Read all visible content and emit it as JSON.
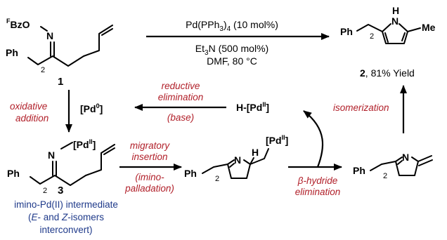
{
  "colors": {
    "step_label": "#b1202a",
    "intermediate_label": "#1f3a8a",
    "structure": "#000000"
  },
  "reagents": {
    "catalyst_prefix": "Pd(PPh",
    "catalyst_sub": "3",
    "catalyst_suffix": ")",
    "catalyst_sub2": "4",
    "catalyst_loading": " (10 mol%)",
    "base_prefix": "Et",
    "base_sub": "3",
    "base_suffix": "N (500 mol%)",
    "conditions": "DMF, 80 °C"
  },
  "compounds": {
    "c1": {
      "number": "1",
      "oxime_f_sup": "F",
      "oxime_group": "BzO",
      "n_atom": "N",
      "ph": "Ph",
      "chain_sub": "2"
    },
    "c2": {
      "number": "2",
      "yield_text": ", 81% Yield",
      "nh": "H",
      "n_atom": "N",
      "ph": "Ph",
      "chain_sub": "2",
      "me": "Me"
    },
    "c3": {
      "number": "3",
      "pd_prefix": "[Pd",
      "pd_sup": "II",
      "pd_suffix": "]",
      "n_atom": "N",
      "ph": "Ph",
      "chain_sub": "2"
    },
    "cyclized": {
      "ph": "Ph",
      "chain_sub": "2",
      "n_atom": "N",
      "h_atom": "H",
      "pd_prefix": "[Pd",
      "pd_sup": "II",
      "pd_suffix": "]"
    },
    "imine_product": {
      "ph": "Ph",
      "chain_sub": "2",
      "n_atom": "N"
    }
  },
  "species": {
    "pd0_prefix": "[Pd",
    "pd0_sup": "0",
    "pd0_suffix": "]",
    "hpd_prefix": "H-[Pd",
    "hpd_sup": "II",
    "hpd_suffix": "]"
  },
  "steps": {
    "oxidative_addition": [
      "oxidative",
      "addition"
    ],
    "reductive_elimination": [
      "reductive",
      "elimination"
    ],
    "base": "(base)",
    "migratory_insertion": [
      "migratory",
      "insertion"
    ],
    "imino_palladation": [
      "(imino-",
      "palladation)"
    ],
    "beta_hydride": [
      "β-hydride",
      "elimination"
    ],
    "isomerization": "isomerization"
  },
  "intermediate_note": {
    "line1": "imino-Pd(II) intermediate",
    "line2_open": "(",
    "line2_e": "E",
    "line2_mid": "- and ",
    "line2_z": "Z",
    "line2_end": "-isomers",
    "line3": "interconvert)"
  }
}
